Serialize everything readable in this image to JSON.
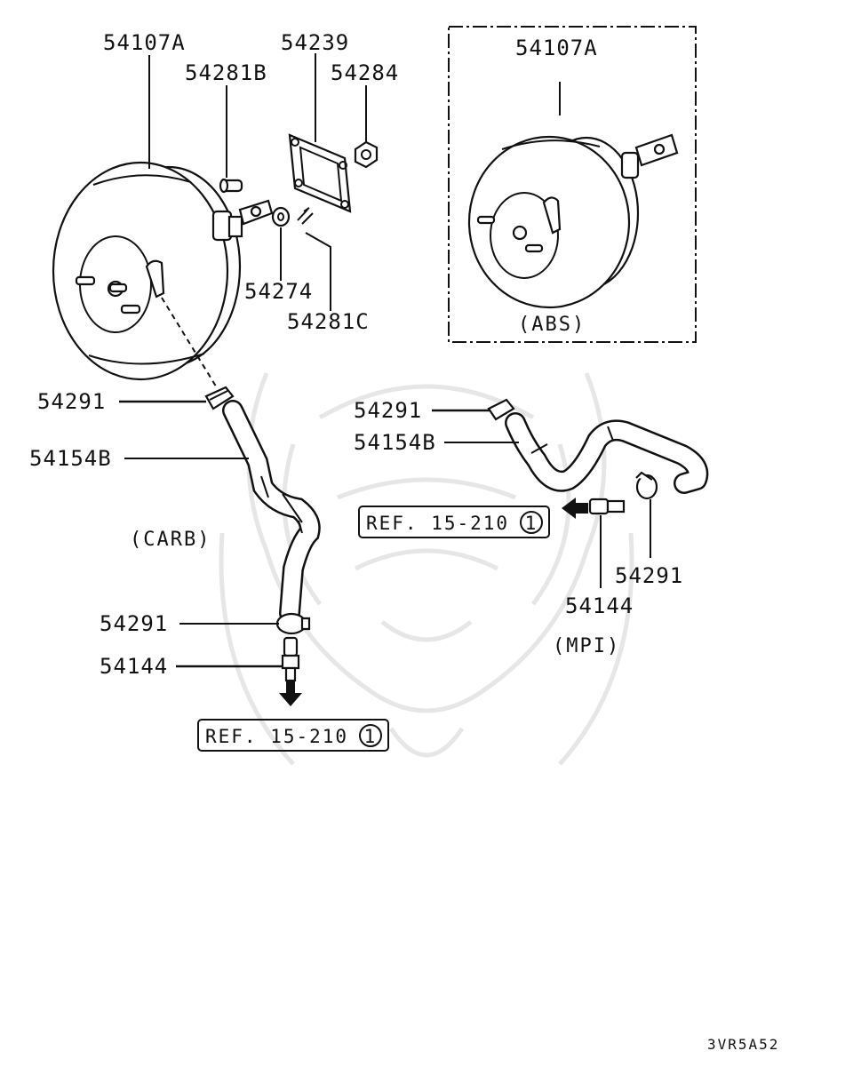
{
  "labels": {
    "booster_main": "54107A",
    "pin": "54281B",
    "gasket": "54239",
    "nut": "54284",
    "washer": "54274",
    "clip": "54281C",
    "booster_abs": "54107A",
    "carb_clamp_upper": "54291",
    "carb_hose": "54154B",
    "carb_clamp_lower": "54291",
    "carb_fitting": "54144",
    "mpi_clamp_upper": "54291",
    "mpi_hose": "54154B",
    "mpi_clamp_lower": "54291",
    "mpi_fitting": "54144"
  },
  "captions": {
    "abs": "(ABS)",
    "carb": "(CARB)",
    "mpi": "(MPI)"
  },
  "references": {
    "mpi_ref_text": "REF. 15-210",
    "mpi_ref_num": "1",
    "carb_ref_text": "REF. 15-210",
    "carb_ref_num": "1"
  },
  "diagram_code": "3VR5A52"
}
